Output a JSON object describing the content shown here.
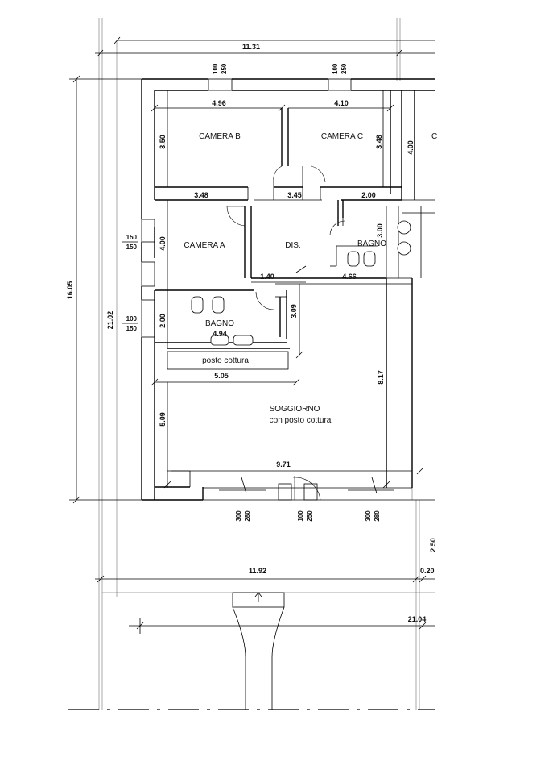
{
  "rooms": {
    "camera_b": "CAMERA B",
    "camera_c": "CAMERA C",
    "camera_a": "CAMERA A",
    "dis": "DIS.",
    "bagno_1": "BAGNO",
    "bagno_2": "BAGNO",
    "soggiorno": "SOGGIORNO",
    "soggiorno_sub": "con posto cottura",
    "posto_cottura": "posto cottura",
    "partial_right": "C"
  },
  "dimensions": {
    "overall_top": "11.31",
    "overall_bottom": "11.92",
    "overall_bottom_right": "0.20",
    "long_bottom": "21.04",
    "left_total": "16.05",
    "left_total_2": "21.02",
    "camera_b_width": "4.96",
    "camera_c_width": "4.10",
    "camera_b_height": "3.50",
    "camera_c_height": "3.48",
    "right_room_height": "4.00",
    "camera_a_width": "3.48",
    "dis_width": "3.45",
    "bagno_width": "2.00",
    "camera_a_height": "4.00",
    "bagno_height": "3.00",
    "dis_small": "1.40",
    "bagno_right_width": "4.66",
    "dis_height": "3.09",
    "bagno_left_height": "2.00",
    "bagno_left_width": "4.94",
    "cottura_width": "5.05",
    "soggiorno_height": "5.09",
    "soggiorno_right_height": "8.17",
    "soggiorno_width": "9.71",
    "right_edge_partial": "2.50"
  },
  "openings": {
    "top_window_1": [
      "100",
      "250"
    ],
    "top_window_2": [
      "100",
      "250"
    ],
    "left_window_1": [
      "150",
      "150"
    ],
    "left_window_2": [
      "100",
      "150"
    ],
    "bottom_window_1": [
      "300",
      "280"
    ],
    "bottom_door": [
      "100",
      "250"
    ],
    "bottom_window_2": [
      "300",
      "280"
    ]
  }
}
